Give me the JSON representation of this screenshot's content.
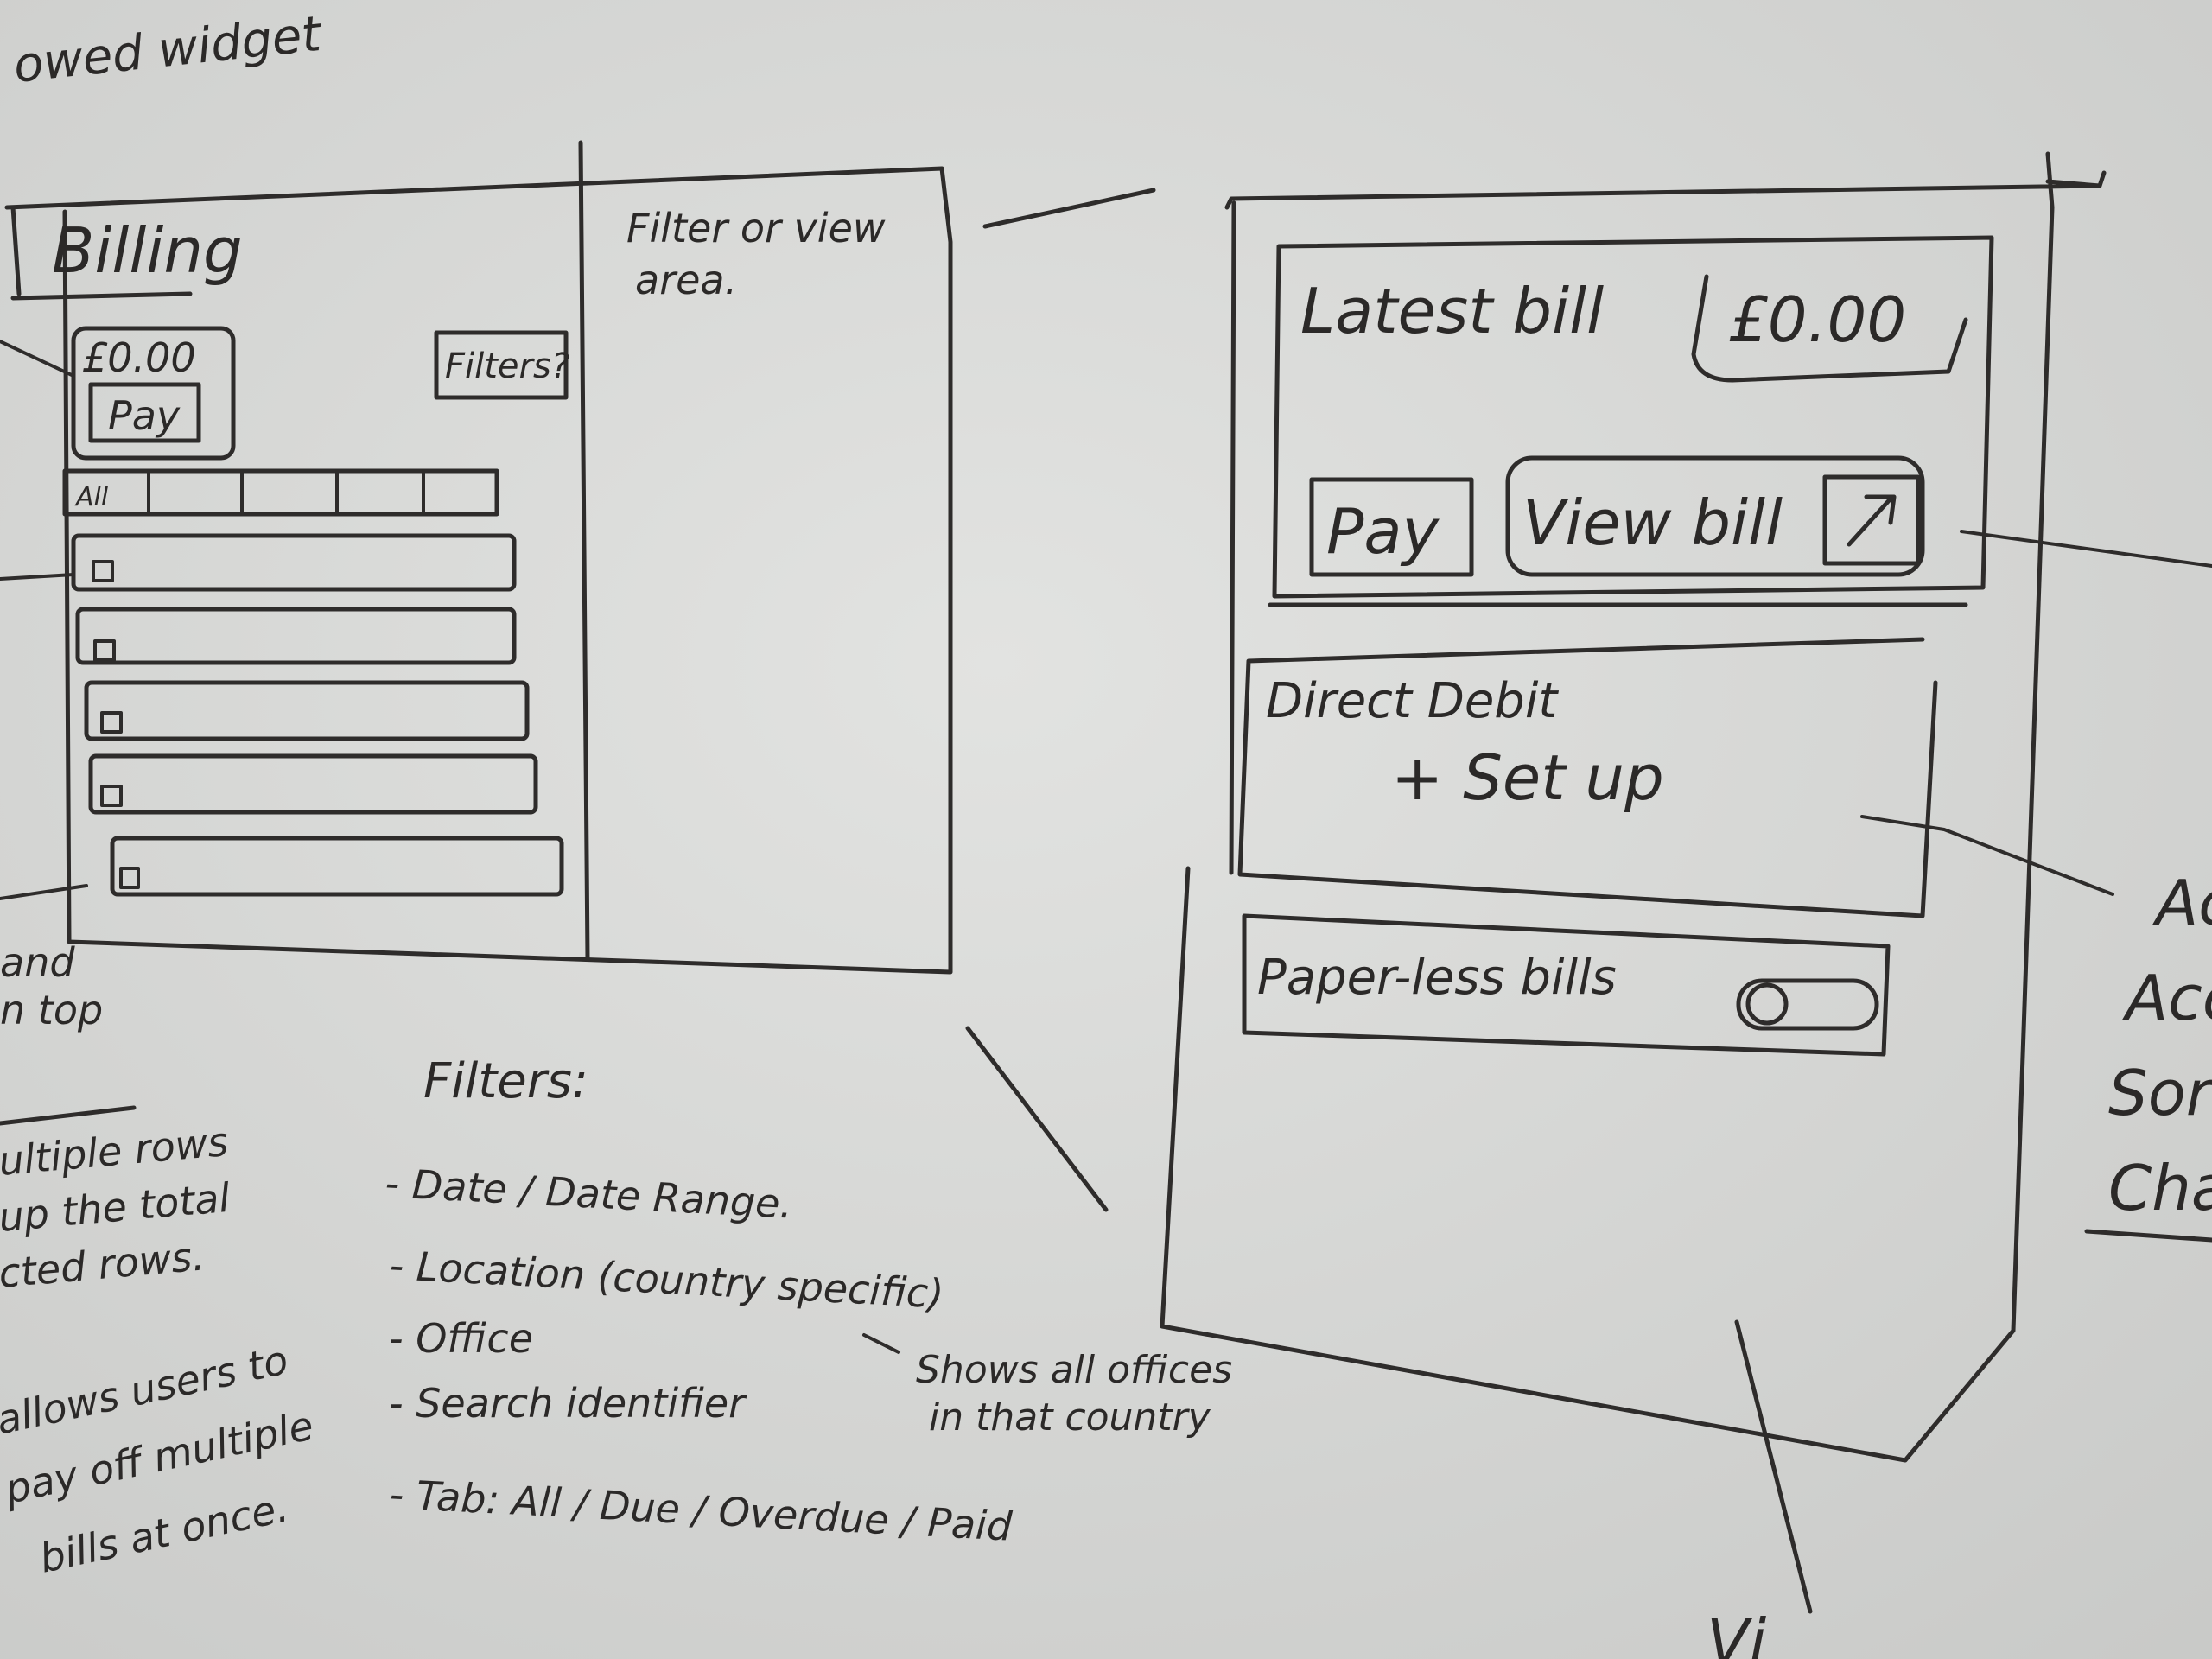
{
  "top_note": "owed widget",
  "left_wireframe": {
    "title": "Billing",
    "amount": "£0.00",
    "pay_button": "Pay",
    "filters_button": "Filters?",
    "tabs": [
      "All",
      "",
      "",
      "",
      ""
    ],
    "row_count": 5,
    "side_panel": [
      "Filter or view",
      "area."
    ]
  },
  "left_notes": {
    "note1": [
      "and",
      "n top"
    ],
    "note2": [
      "ultiple rows",
      "up the total",
      "cted rows."
    ],
    "note3": [
      "allows users to",
      "pay off multiple",
      "bills at once."
    ]
  },
  "filters_notes": {
    "heading": "Filters:",
    "items": [
      "- Date / Date Range.",
      "- Location (country specific)",
      "- Office",
      "- Search identifier",
      "- Tab: All / Due / Overdue / Paid"
    ],
    "annotation": [
      "Shows all offices",
      "in that country"
    ]
  },
  "right_wireframe": {
    "latest_bill_label": "Latest bill",
    "amount": "£0.00",
    "pay_button": "Pay",
    "view_bill_button": "View bill",
    "external_link_icon": "arrow-up-right",
    "direct_debit_title": "Direct Debit",
    "setup_button": "+ Set up",
    "paperless_label": "Paper-less bills",
    "paperless_toggle_on": false
  },
  "right_notes": [
    "Ac",
    "Acc",
    "Sort",
    "Cha"
  ],
  "bottom_note": "Vi"
}
